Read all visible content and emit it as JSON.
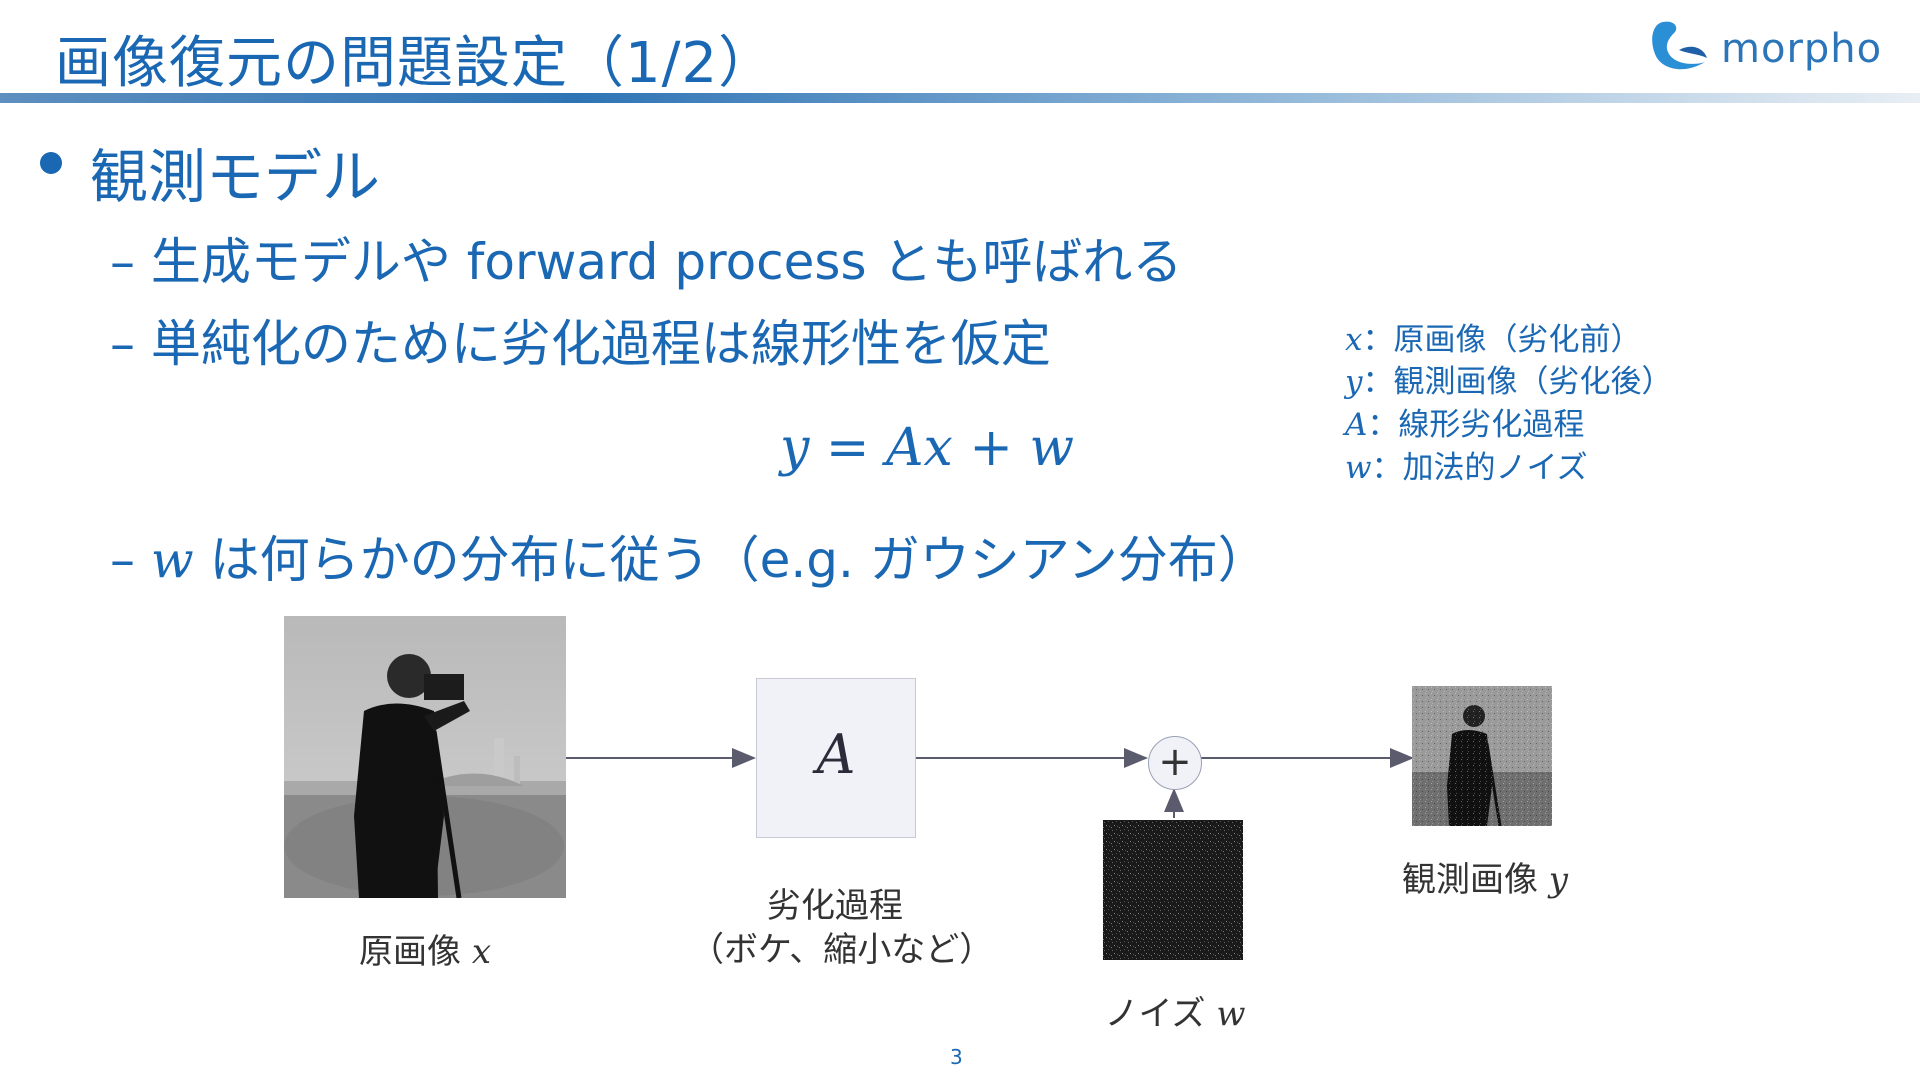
{
  "slide": {
    "title": "画像復元の問題設定（1/2）",
    "logo_text": "morpho",
    "page_number": "3"
  },
  "bullets": {
    "main": "観測モデル",
    "sub1": "– 生成モデルや forward process とも呼ばれる",
    "sub2": "– 単純化のために劣化過程は線形性を仮定",
    "sub3_prefix": "–",
    "sub3_var": "w",
    "sub3_text": "は何らかの分布に従う（e.g. ガウシアン分布）"
  },
  "equation": "y = Ax + w",
  "legend": [
    {
      "var": "x",
      "desc": "：原画像（劣化前）"
    },
    {
      "var": "y",
      "desc": "：観測画像（劣化後）"
    },
    {
      "var": "A",
      "desc": "：線形劣化過程"
    },
    {
      "var": "w",
      "desc": "：加法的ノイズ"
    }
  ],
  "diagram": {
    "original_label": "原画像",
    "original_var": "x",
    "operator_symbol": "A",
    "operator_label_1": "劣化過程",
    "operator_label_2": "（ボケ、縮小など）",
    "plus_symbol": "+",
    "noise_label": "ノイズ",
    "noise_var": "w",
    "observed_label": "観測画像",
    "observed_var": "y"
  },
  "colors": {
    "accent": "#1a67b3",
    "caption": "#333333"
  }
}
